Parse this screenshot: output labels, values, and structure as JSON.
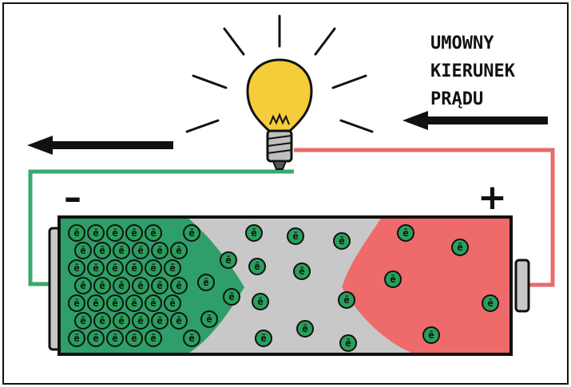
{
  "diagram": {
    "caption_lines": [
      "UMOWNY",
      "KIERUNEK",
      "PRĄDU"
    ],
    "minus_sign": "–",
    "plus_sign": "+",
    "electron_symbol": "ē",
    "colors": {
      "frame": "#111111",
      "negative_wire": "#3aa86b",
      "positive_wire": "#e86a6a",
      "negative_region": "#2e9e6a",
      "positive_region": "#ef6a6a",
      "battery_body": "#c8c8c8",
      "electron_fill": "#28a05c",
      "bulb_glass": "#f5cc3a",
      "bulb_base": "#bfbfbf"
    },
    "icons": [
      "light-bulb-icon",
      "arrow-left-icon"
    ]
  }
}
